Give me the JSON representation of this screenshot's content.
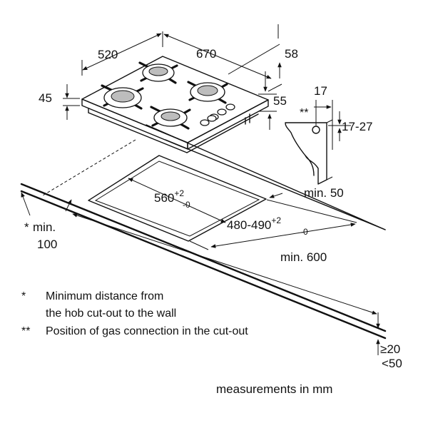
{
  "hob_dimensions": {
    "width": "520",
    "depth": "670",
    "height": "45",
    "rear_depth": "58",
    "side_height": "55"
  },
  "gas_connection": {
    "marker": "**",
    "offset": "17",
    "range": "17-27"
  },
  "cutout": {
    "width_main": "560",
    "width_tol_plus": "+2",
    "width_tol_minus": "-0",
    "depth_main": "480-490",
    "depth_tol_plus": "+2",
    "depth_tol_minus": "-0",
    "min_rear": "min. 50",
    "min_front": "min. 600",
    "wall_marker": "*",
    "wall_min_label": "min.",
    "wall_min_value": "100"
  },
  "worktop": {
    "thickness_min": "≥20",
    "thickness_max": "<50"
  },
  "notes": [
    {
      "marker": "*",
      "line1": "Minimum distance from",
      "line2": "the hob cut-out to the wall"
    },
    {
      "marker": "**",
      "line1": "Position of gas connection in the cut-out",
      "line2": ""
    }
  ],
  "units_caption": "measurements in mm",
  "colors": {
    "line": "#111111",
    "burner_cap": "#bdbdbd",
    "background": "#ffffff"
  }
}
